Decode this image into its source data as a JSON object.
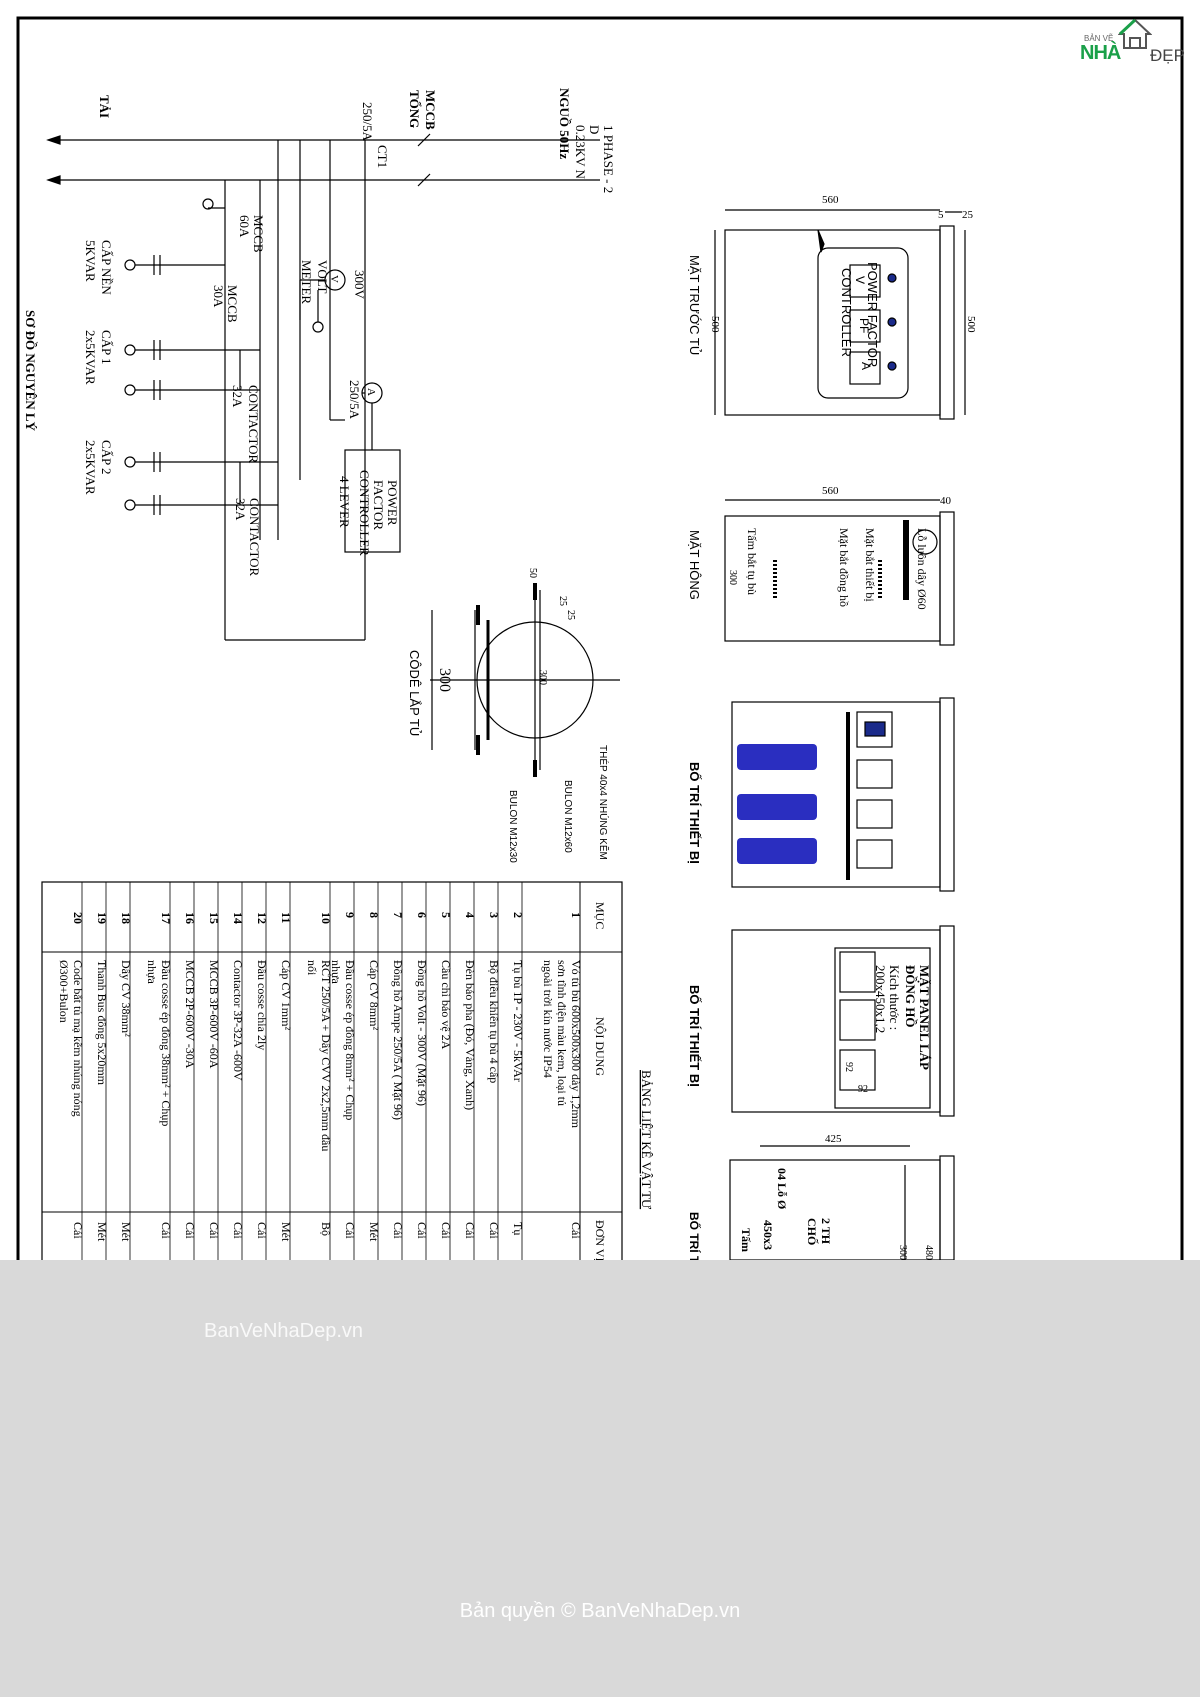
{
  "logo": {
    "top": "BẢN VẼ",
    "brand_a": "NHÀ",
    "brand_b": "ĐẸP"
  },
  "schematic": {
    "title": "SƠ ĐỒ NGUYÊN LÝ",
    "source": [
      "1 PHASE - 2",
      "D",
      "0.23KV N",
      "NGUỒ 50Hz"
    ],
    "main_breaker": [
      "MCCB",
      "TỔNG"
    ],
    "ct": "CT1",
    "ct_rating": "250/5A",
    "load": "TẢI",
    "volt_meter": [
      "300V",
      "VOLT",
      "METER"
    ],
    "volt_symbol": "V",
    "amp_rating": "250/5A",
    "amp_symbol": "A",
    "pfc": [
      "POWER",
      "FACTOR",
      "CONTROLLER",
      "4 LEVER"
    ],
    "mccb60": [
      "MCCB",
      "60A"
    ],
    "mccb30": [
      "MCCB",
      "30A"
    ],
    "contactor1": [
      "CONTACTOR",
      "32A"
    ],
    "contactor2": [
      "CONTACTOR",
      "32A"
    ],
    "cap_base": [
      "CẤP NỀN",
      "5KVAR"
    ],
    "cap1": [
      "CẤP 1",
      "2x5KVAR"
    ],
    "cap2": [
      "CẤP 2",
      "2x5KVAR"
    ]
  },
  "front_view": {
    "title": "MẶT TRƯỚC TỦ",
    "panel_lines": [
      "POWER FACTOR",
      "CONTROLLER"
    ],
    "meter_left": "V",
    "meter_mid": "PF",
    "meter_right": "A",
    "dims": {
      "width": "560",
      "gap": "5",
      "depth": "25",
      "height_left": "500",
      "height_right": "500"
    }
  },
  "side_view": {
    "title": "MẶT HÔNG",
    "labels": [
      "Lỗ luồn dây Ø60",
      "Mặt bắt thiết bị",
      "Mặt bắt đồng hồ",
      "Tấm bắt tụ bù"
    ],
    "dims": {
      "width": "560",
      "depth": "40",
      "inner": "300"
    }
  },
  "bracket": {
    "title": "CÔDÊ LẮP TỦ",
    "dims": {
      "outer": "300",
      "inner": "300",
      "d50": "50",
      "d25": "25",
      "d25b": "25"
    },
    "labels": [
      "THÉP 40x4 NHÚNG KẼM",
      "BULON M12x60",
      "BULON M12x30"
    ]
  },
  "layout1": {
    "title": "BỐ TRÍ THIẾT BỊ"
  },
  "layout2": {
    "title": "BỐ TRÍ THIẾT BỊ",
    "panel_lines": [
      "MẶT PANEL LẮP",
      "ĐỒNG HỒ",
      "Kích thước :",
      "200x450x1,2"
    ],
    "dims": {
      "a": "92",
      "b": "92"
    }
  },
  "layout3": {
    "title": "BỐ TRÍ T",
    "lines": [
      "2 TH",
      "CHỐ",
      "04 Lỗ Ø",
      "450x3",
      "Tấm"
    ],
    "dims": {
      "width": "425",
      "side": "480",
      "inner": "300"
    }
  },
  "bom": {
    "title": "BẢNG LIỆT KÊ VẬT TƯ",
    "headers": {
      "no": "MỤC",
      "desc": "NỘI DUNG",
      "unit": "ĐƠN VỊ"
    },
    "rows": [
      {
        "no": "1",
        "desc": "Vỏ tủ bù 600x500x300 dày 1,2mm sơn tĩnh điện màu kem, loại tủ ngoài trời kín nước IP54",
        "unit": "Cái"
      },
      {
        "no": "2",
        "desc": "Tụ bù 1P - 230V - 5kVAr",
        "unit": "Tụ"
      },
      {
        "no": "3",
        "desc": "Bộ điều khiển tụ bù 4 cấp",
        "unit": "Cái"
      },
      {
        "no": "4",
        "desc": "Đèn báo pha (Đỏ, Vàng, Xanh)",
        "unit": "Cái"
      },
      {
        "no": "5",
        "desc": "Cầu chì bảo vệ 2A",
        "unit": "Cái"
      },
      {
        "no": "6",
        "desc": "Đồng hồ Volt - 300V (Mặt 96)",
        "unit": "Cái"
      },
      {
        "no": "7",
        "desc": "Đồng hồ Ampe 250/5A ( Mặt 96)",
        "unit": "Cái"
      },
      {
        "no": "8",
        "desc": "Cáp CV 8mm²",
        "unit": "Mét"
      },
      {
        "no": "9",
        "desc": "Đầu cosse ép đồng 8mm² + Chụp nhựa",
        "unit": "Cái"
      },
      {
        "no": "10",
        "desc": "RCT 250/5A + Dây CVV 2x2,5mm đầu nối",
        "unit": "Bộ"
      },
      {
        "no": "11",
        "desc": "Cáp CV 1mm²",
        "unit": "Mét"
      },
      {
        "no": "12",
        "desc": "Đầu cosse chia 2ly",
        "unit": "Cái"
      },
      {
        "no": "14",
        "desc": "Contactor 3P-32A -600V",
        "unit": "Cái"
      },
      {
        "no": "15",
        "desc": "MCCB 3P-600V -60A",
        "unit": "Cái"
      },
      {
        "no": "16",
        "desc": "MCCB 2P-600V -30A",
        "unit": "Cái"
      },
      {
        "no": "17",
        "desc": "Đầu cosse ép đồng 38mm² + Chụp nhựa",
        "unit": "Cái"
      },
      {
        "no": "18",
        "desc": "Dây CV 38mm²",
        "unit": "Mét"
      },
      {
        "no": "19",
        "desc": "Thanh Bus đồng 5x20mm",
        "unit": "Mét"
      },
      {
        "no": "20",
        "desc": "Code bắt tủ mạ kẽm nhúng nóng Ø300+Bulon",
        "unit": "Cái"
      }
    ]
  },
  "footer": {
    "watermark": "BanVeNhaDep.vn",
    "copyright": "Bản quyền © BanVeNhaDep.vn"
  }
}
